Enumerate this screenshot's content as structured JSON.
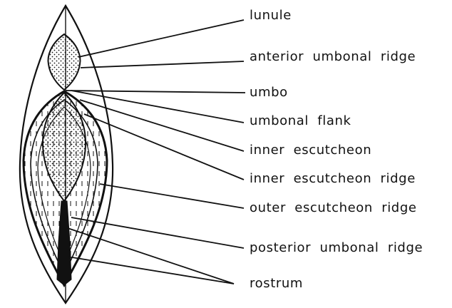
{
  "labels": {
    "lunule": "lunule",
    "anterior_umbonal_ridge": "anterior umbonal ridge",
    "umbo": "umbo",
    "umbonal_flank": "umbonal flank",
    "inner_escutcheon": "inner escutcheon",
    "inner_escutcheon_ridge": "inner escutcheon ridge",
    "outer_escutcheon_ridge": "outer escutcheon ridge",
    "posterior_umbonal_ridge": "posterior umbonal ridge",
    "rostrum": "rostrum"
  },
  "colors": {
    "ink": "#111111",
    "background": "#ffffff"
  }
}
